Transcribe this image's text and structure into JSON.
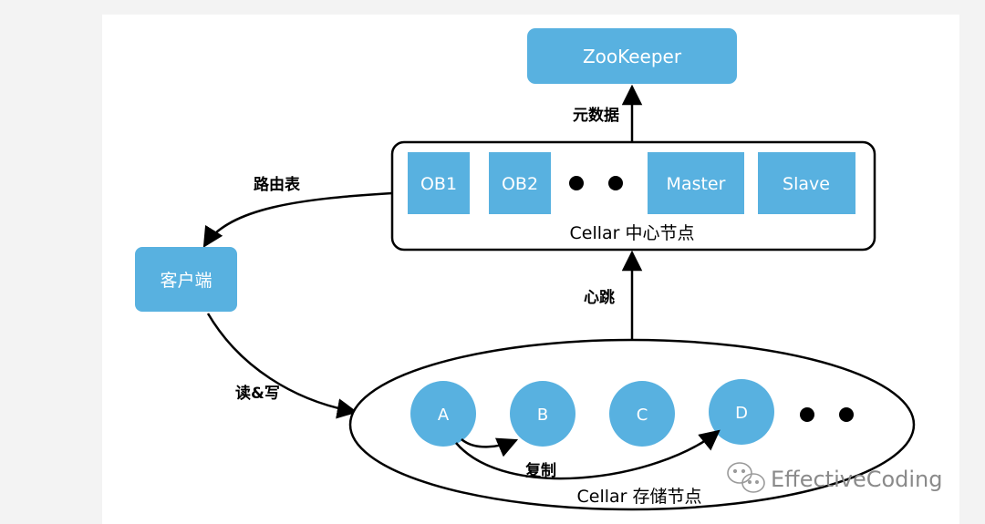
{
  "colors": {
    "box_fill": "#58b1e0",
    "stroke": "#000000",
    "background": "#f3f3f3",
    "panel": "#ffffff"
  },
  "zookeeper": {
    "label": "ZooKeeper"
  },
  "center_node": {
    "caption": "Cellar 中心节点",
    "items": [
      "OB1",
      "OB2",
      "Master",
      "Slave"
    ]
  },
  "client": {
    "label": "客户端"
  },
  "storage": {
    "caption": "Cellar 存储节点",
    "nodes": [
      "A",
      "B",
      "C",
      "D"
    ]
  },
  "edges": {
    "metadata": "元数据",
    "routing_table": "路由表",
    "heartbeat": "心跳",
    "read_write": "读&写",
    "replicate": "复制"
  },
  "watermark": {
    "text": "EffectiveCoding",
    "icon": "wechat-icon"
  }
}
